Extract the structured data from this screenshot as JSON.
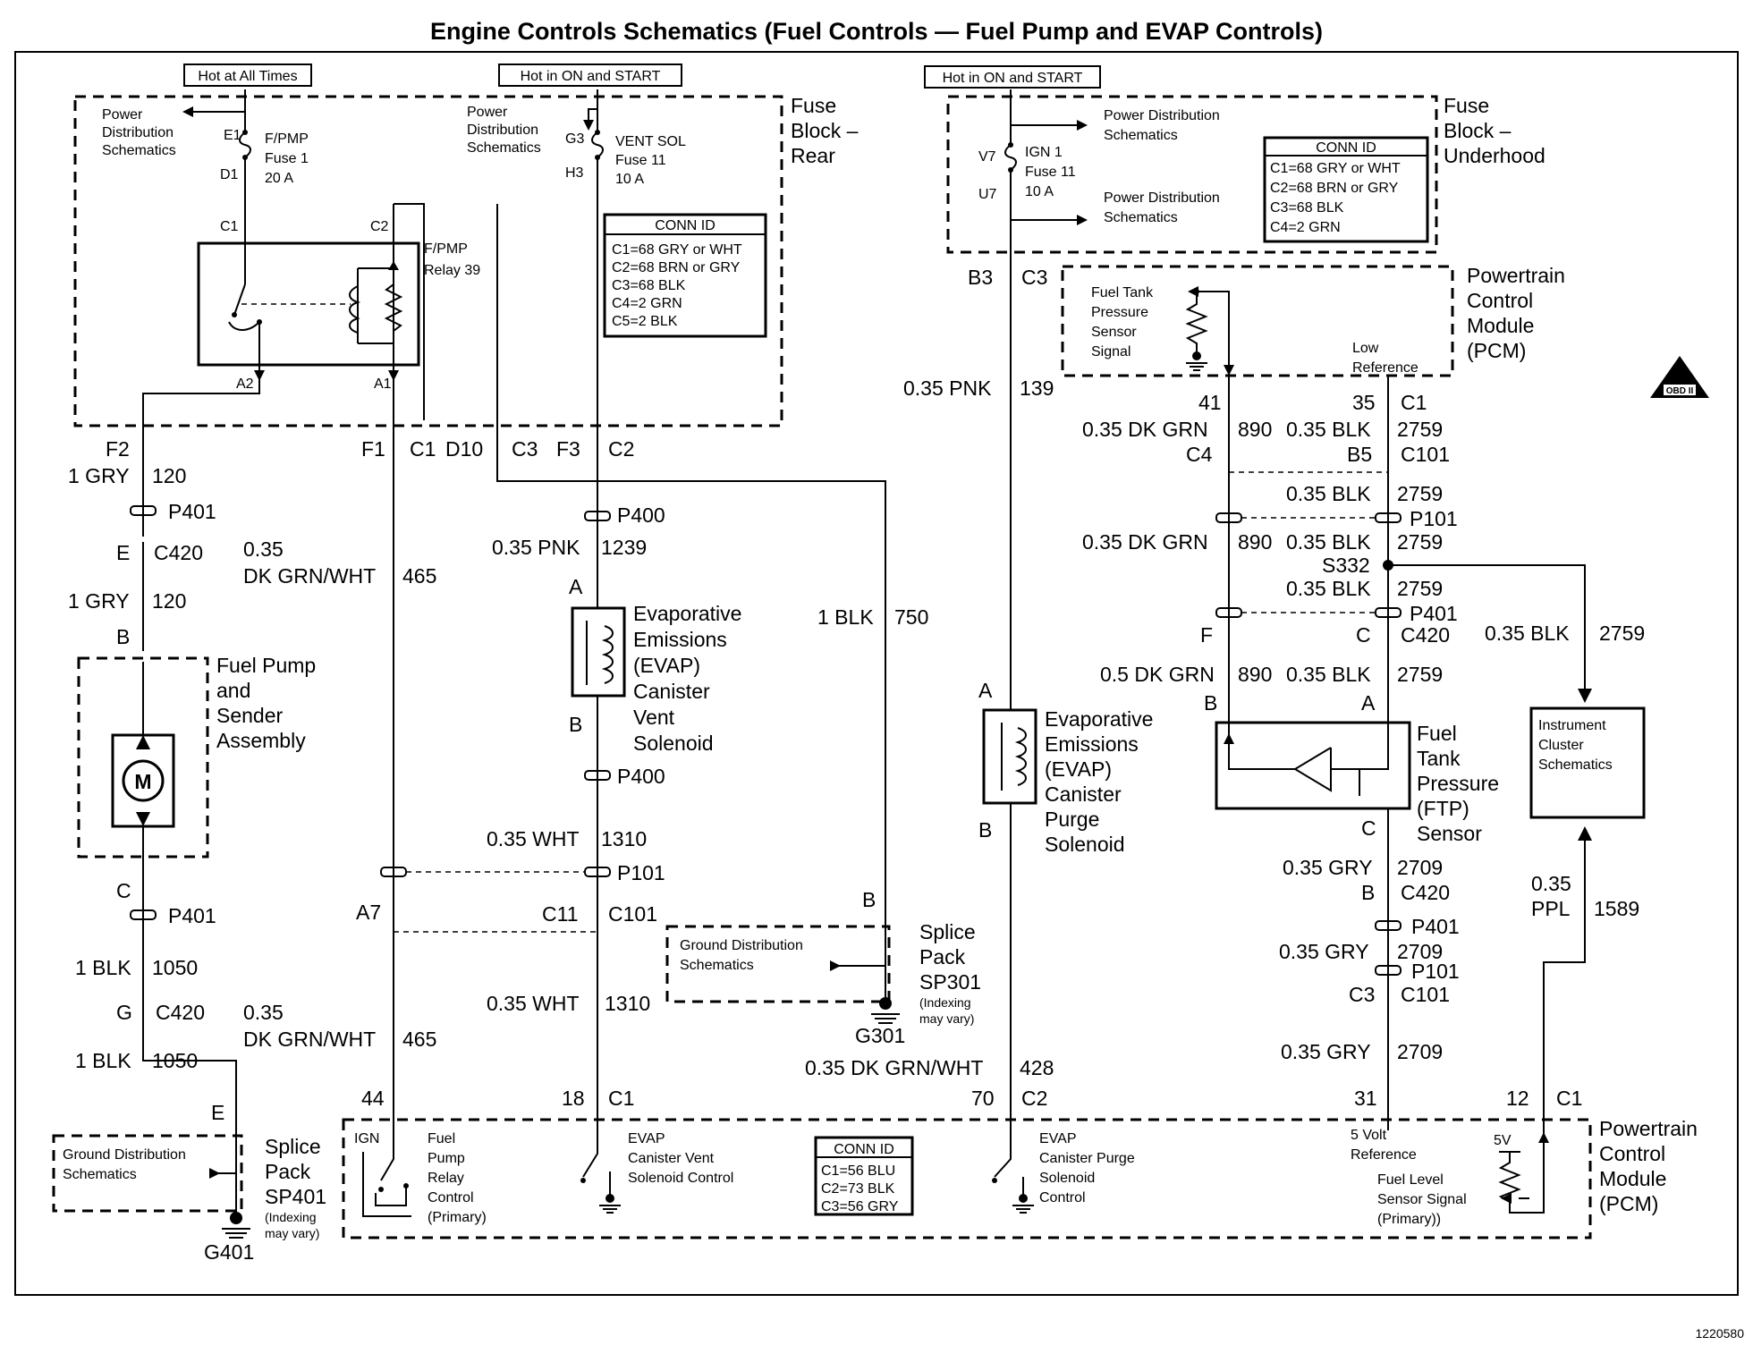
{
  "title": "Engine Controls Schematics (Fuel Controls — Fuel Pump and EVAP Controls)",
  "figure_id": "1220580",
  "obd_badge": "OBD II",
  "hot_labels": [
    "Hot at All Times",
    "Hot in ON and START",
    "Hot in ON and START"
  ],
  "fuse_block_rear": {
    "name": [
      "Fuse",
      "Block –",
      "Rear"
    ],
    "power_dist_1": [
      "Power",
      "Distribution",
      "Schematics"
    ],
    "power_dist_2": [
      "Power",
      "Distribution",
      "Schematics"
    ],
    "fuse1": {
      "top": "E1",
      "bottom": "D1",
      "label": [
        "F/PMP",
        "Fuse 1",
        "20 A"
      ]
    },
    "fuse2": {
      "top": "G3",
      "bottom": "H3",
      "label": [
        "VENT SOL",
        "Fuse 11",
        "10 A"
      ]
    },
    "relay": {
      "label": [
        "F/PMP",
        "Relay 39"
      ],
      "pins": [
        "C1",
        "C2",
        "A2",
        "A1"
      ]
    },
    "conn_id": {
      "title": "CONN ID",
      "lines": [
        "C1=68 GRY or WHT",
        "C2=68 BRN or GRY",
        "C3=68 BLK",
        "C4=2 GRN",
        "C5=2 BLK"
      ]
    }
  },
  "fuse_block_underhood": {
    "name": [
      "Fuse",
      "Block –",
      "Underhood"
    ],
    "fuse": {
      "top": "V7",
      "bottom": "U7",
      "label": [
        "IGN 1",
        "Fuse 11",
        "10 A"
      ]
    },
    "power_dist_a": [
      "Power Distribution",
      "Schematics"
    ],
    "power_dist_b": [
      "Power Distribution",
      "Schematics"
    ],
    "conn_id": {
      "title": "CONN ID",
      "lines": [
        "C1=68 GRY or WHT",
        "C2=68 BRN or GRY",
        "C3=68 BLK",
        "C4=2 GRN"
      ]
    }
  },
  "pcm_top": {
    "name": [
      "Powertrain",
      "Control",
      "Module",
      "(PCM)"
    ],
    "signal": [
      "Fuel Tank",
      "Pressure",
      "Sensor",
      "Signal"
    ],
    "low_ref": [
      "Low",
      "Reference"
    ]
  },
  "pcm_bottom": {
    "name": [
      "Powertrain",
      "Control",
      "Module",
      "(PCM)"
    ],
    "ign": "IGN",
    "fp_relay": [
      "Fuel",
      "Pump",
      "Relay",
      "Control",
      "(Primary)"
    ],
    "vent_ctrl": [
      "EVAP",
      "Canister Vent",
      "Solenoid Control"
    ],
    "purge_ctrl": [
      "EVAP",
      "Canister Purge",
      "Solenoid",
      "Control"
    ],
    "ref": [
      "5 Volt",
      "Reference"
    ],
    "v5": "5V",
    "level": [
      "Fuel Level",
      "Sensor Signal",
      "(Primary))"
    ],
    "conn_id": {
      "title": "CONN ID",
      "lines": [
        "C1=56 BLU",
        "C2=73 BLK",
        "C3=56 GRY"
      ]
    }
  },
  "components": {
    "fuel_pump": [
      "Fuel Pump",
      "and",
      "Sender",
      "Assembly"
    ],
    "motor": "M",
    "vent_solenoid": [
      "Evaporative",
      "Emissions",
      "(EVAP)",
      "Canister",
      "Vent",
      "Solenoid"
    ],
    "purge_solenoid": [
      "Evaporative",
      "Emissions",
      "(EVAP)",
      "Canister",
      "Purge",
      "Solenoid"
    ],
    "ftp_sensor": [
      "Fuel",
      "Tank",
      "Pressure",
      "(FTP)",
      "Sensor"
    ],
    "cluster": [
      "Instrument",
      "Cluster",
      "Schematics"
    ],
    "sp301": [
      "Splice",
      "Pack",
      "SP301",
      "(Indexing",
      "may vary)"
    ],
    "sp401": [
      "Splice",
      "Pack",
      "SP401",
      "(Indexing",
      "may vary)"
    ],
    "gnd_dist_1": [
      "Ground Distribution",
      "Schematics"
    ],
    "gnd_dist_2": [
      "Ground Distribution",
      "Schematics"
    ],
    "g301": "G301",
    "g401": "G401"
  },
  "wires": {
    "w120a": [
      "1 GRY",
      "120"
    ],
    "w120b": [
      "1 GRY",
      "120"
    ],
    "w1050a": [
      "1 BLK",
      "1050"
    ],
    "w1050b": [
      "1 BLK",
      "1050"
    ],
    "w465a": [
      "0.35",
      "DK GRN/WHT",
      "465"
    ],
    "w465b": [
      "0.35",
      "DK GRN/WHT",
      "465"
    ],
    "w1239": [
      "0.35 PNK",
      "1239"
    ],
    "w1310a": [
      "0.35 WHT",
      "1310"
    ],
    "w1310b": [
      "0.35 WHT",
      "1310"
    ],
    "w750": [
      "1 BLK",
      "750"
    ],
    "w139": [
      "0.35 PNK",
      "139"
    ],
    "w428": [
      "0.35 DK GRN/WHT",
      "428"
    ],
    "w890a": [
      "0.35 DK GRN",
      "890"
    ],
    "w890b": [
      "0.35 DK GRN",
      "890"
    ],
    "w890c": [
      "0.5 DK GRN",
      "890"
    ],
    "w2759a": [
      "0.35 BLK",
      "2759"
    ],
    "w2759b": [
      "0.35 BLK",
      "2759"
    ],
    "w2759c": [
      "0.35 BLK",
      "2759"
    ],
    "w2759d": [
      "0.35 BLK",
      "2759"
    ],
    "w2759e": [
      "0.35 BLK",
      "2759"
    ],
    "w2759f": [
      "0.35 BLK",
      "2759"
    ],
    "w2709a": [
      "0.35 GRY",
      "2709"
    ],
    "w2709b": [
      "0.35 GRY",
      "2709"
    ],
    "w2709c": [
      "0.35 GRY",
      "2709"
    ],
    "w1589": [
      "0.35",
      "PPL",
      "1589"
    ]
  },
  "connectors": {
    "F2": "F2",
    "F1": "F1",
    "C1": "C1",
    "D10": "D10",
    "C3": "C3",
    "F3": "F3",
    "C2": "C2",
    "P401": "P401",
    "P400": "P400",
    "P101": "P101",
    "C420": "C420",
    "C101": "C101",
    "C4": "C4",
    "B5": "B5",
    "E": "E",
    "B": "B",
    "C": "C",
    "G": "G",
    "A": "A",
    "A7": "A7",
    "C11": "C11",
    "F": "F",
    "B3": "B3",
    "S332": "S332",
    "n41": "41",
    "n35": "35",
    "n44": "44",
    "n18": "18",
    "n70": "70",
    "n31": "31",
    "n12": "12"
  }
}
